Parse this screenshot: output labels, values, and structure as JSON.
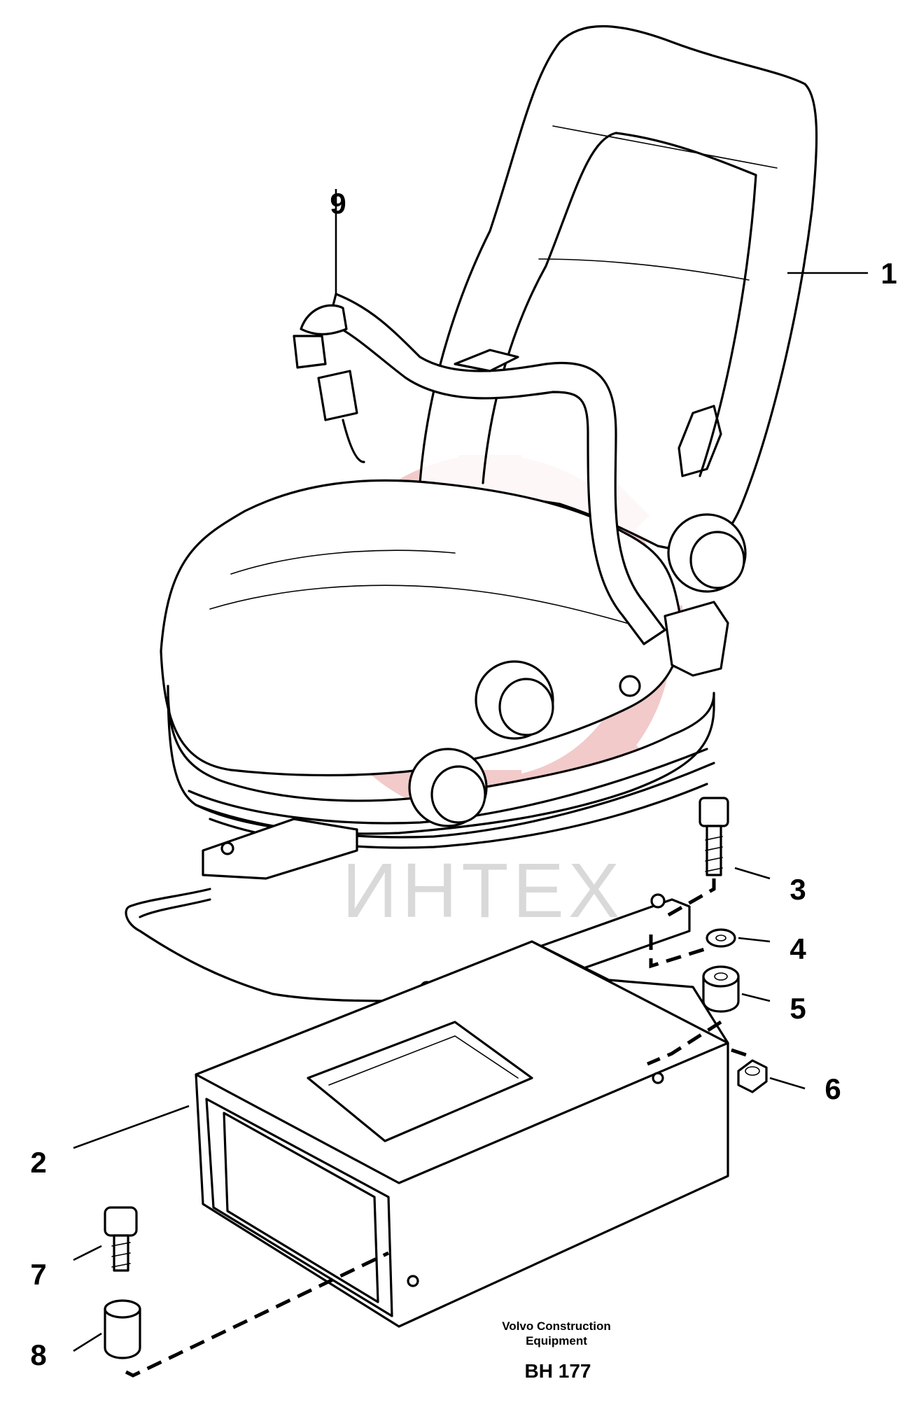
{
  "callouts": {
    "c1": "1",
    "c2": "2",
    "c3": "3",
    "c4": "4",
    "c5": "5",
    "c6": "6",
    "c7": "7",
    "c8": "8",
    "c9": "9"
  },
  "caption": {
    "line1": "Volvo Construction",
    "line2": "Equipment",
    "code": "BH 177"
  },
  "watermark": {
    "text": "ИНТЕХ",
    "color": "#e8a0a0"
  },
  "colors": {
    "line": "#000000",
    "background": "#ffffff"
  }
}
